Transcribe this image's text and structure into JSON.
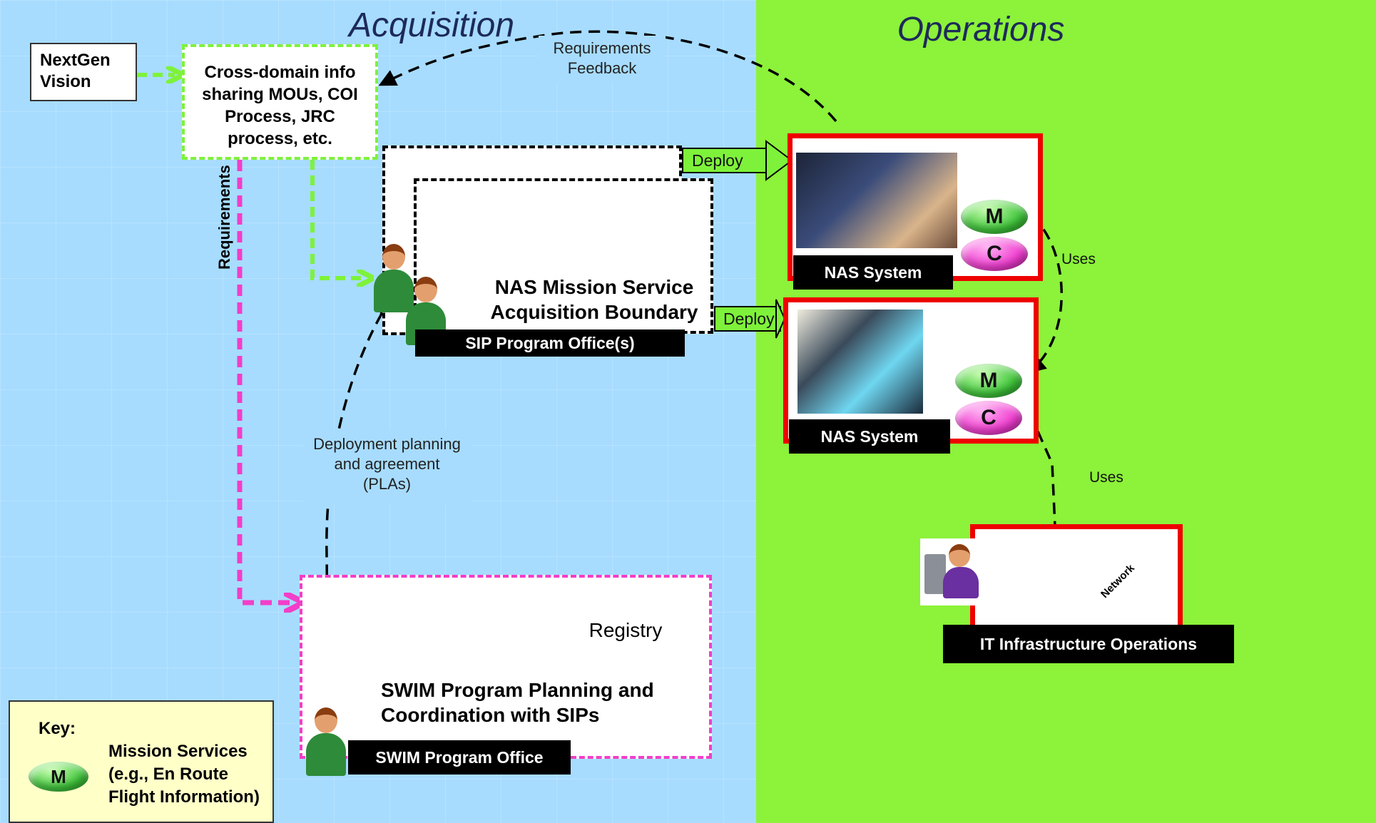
{
  "zones": {
    "acquisition_title": "Acquisition",
    "operations_title": "Operations"
  },
  "nodes": {
    "nextgen_vision": "NextGen Vision",
    "cross_domain": "Cross-domain info sharing MOUs, COI Process, JRC process, etc.",
    "nas_mission_service": "NAS Mission Service Acquisition Boundary",
    "sip_program_office": "SIP Program Office(s)",
    "swim_planning": "SWIM Program Planning and Coordination with SIPs",
    "swim_program_office": "SWIM Program Office",
    "registry": "Registry",
    "nas_system_1": "NAS System",
    "nas_system_2": "NAS System",
    "it_infrastructure": "IT Infrastructure Operations",
    "network": "Network"
  },
  "edges": {
    "requirements_feedback": "Requirements Feedback",
    "requirements": "Requirements",
    "deploy_1": "Deploy",
    "deploy_2": "Deploy",
    "deployment_planning": "Deployment planning and agreement (PLAs)",
    "uses_1": "Uses",
    "uses_2": "Uses"
  },
  "pills": {
    "m": "M",
    "c": "C"
  },
  "key": {
    "title": "Key:",
    "m_label": "M",
    "m_text": "Mission Services (e.g., En Route Flight Information)"
  },
  "colors": {
    "acquisition_bg": "#a7dcff",
    "operations_bg": "#8cf23a",
    "requirements_line": "#f23ec8",
    "green_dash": "#7ef23a",
    "red_border": "#ee0000"
  }
}
